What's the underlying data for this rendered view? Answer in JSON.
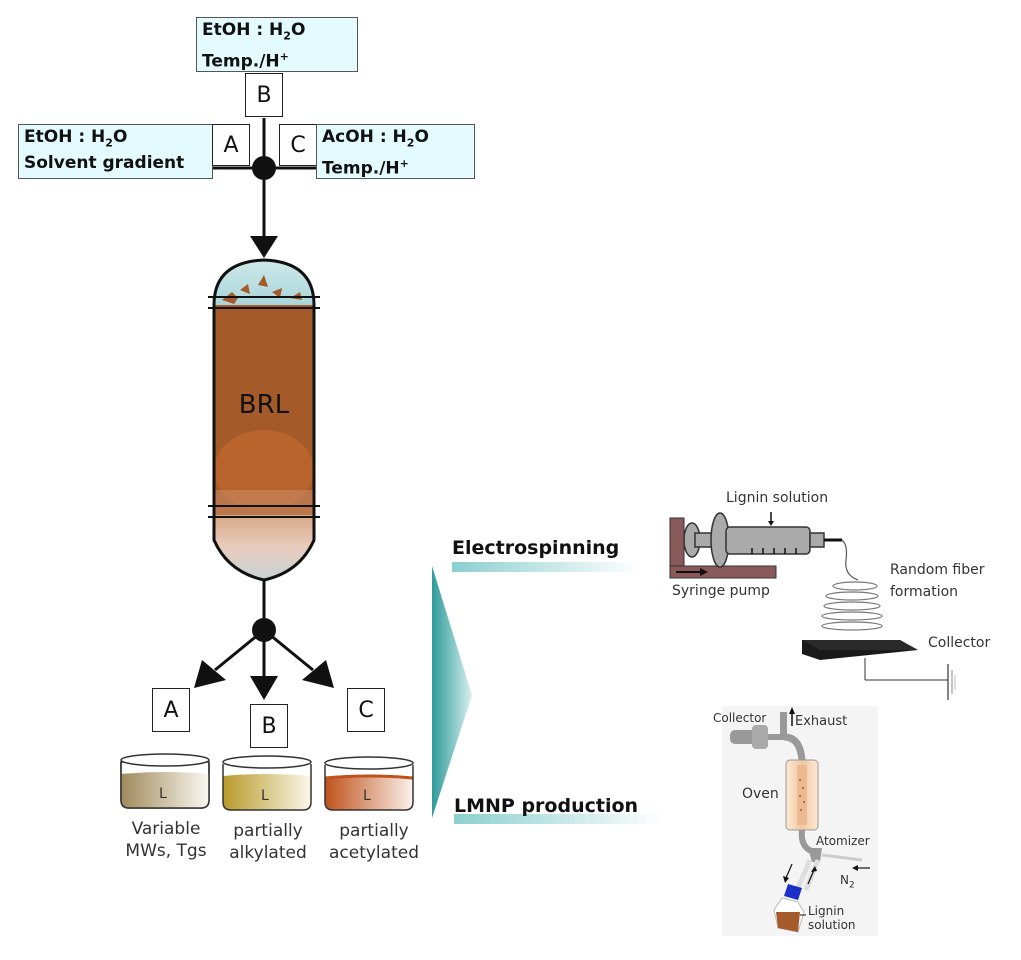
{
  "inputs": {
    "A": {
      "letter": "A",
      "line1_pre": "EtOH : H",
      "line1_sub": "2",
      "line1_post": "O",
      "line2": "Solvent gradient"
    },
    "B": {
      "letter": "B",
      "line1_pre": "EtOH : H",
      "line1_sub": "2",
      "line1_post": "O",
      "line2_pre": "Temp./H",
      "line2_sup": "+"
    },
    "C": {
      "letter": "C",
      "line1_pre": "AcOH : H",
      "line1_sub": "2",
      "line1_post": "O",
      "line2_pre": "Temp./H",
      "line2_sup": "+"
    }
  },
  "reactor": {
    "label": "BRL"
  },
  "outputs": [
    {
      "letter": "A",
      "dish_label": "L",
      "caption_line1": "Variable",
      "caption_line2": "MWs, Tgs",
      "color": "#a08a5c"
    },
    {
      "letter": "B",
      "dish_label": "L",
      "caption_line1": "partially",
      "caption_line2": "alkylated",
      "color": "#b89a2a"
    },
    {
      "letter": "C",
      "dish_label": "L",
      "caption_line1": "partially",
      "caption_line2": "acetylated",
      "color": "#c0521c"
    }
  ],
  "applications": {
    "electrospinning": {
      "title": "Electrospinning",
      "lignin_solution": "Lignin solution",
      "syringe_pump": "Syringe pump",
      "random_fiber_line1": "Random fiber",
      "random_fiber_line2": "formation",
      "collector": "Collector"
    },
    "lmnp": {
      "title": "LMNP production",
      "collector": "Collector",
      "exhaust": "Exhaust",
      "oven": "Oven",
      "atomizer": "Atomizer",
      "n2_pre": "N",
      "n2_sub": "2",
      "lignin_line1": "Lignin",
      "lignin_line2": "solution"
    }
  },
  "colors": {
    "box_fill": "#e4fbfd",
    "teal": "#3aa6a6",
    "lignin_brown": "#a55a2a",
    "pump_brown": "#8a5a5a"
  }
}
